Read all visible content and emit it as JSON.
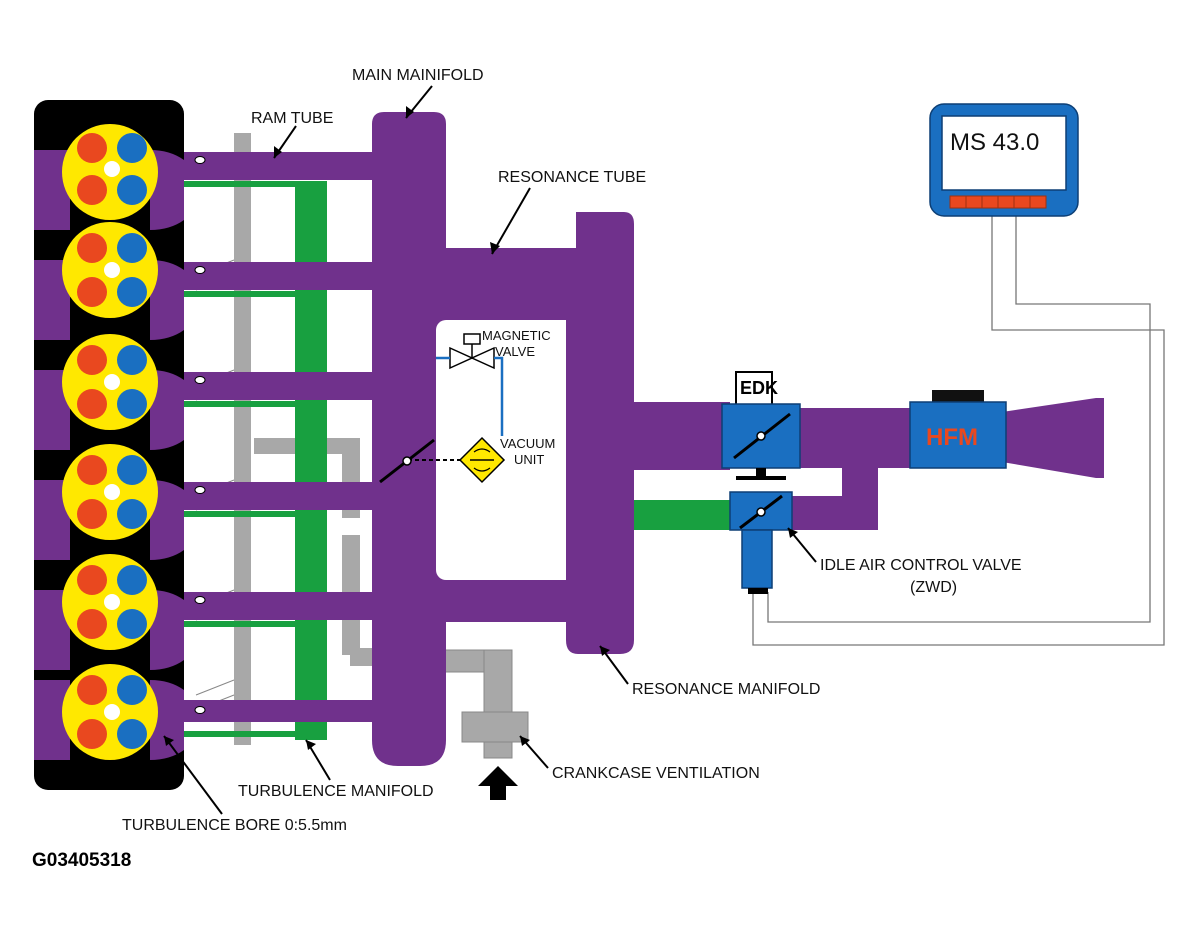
{
  "colors": {
    "manifold": "#70318c",
    "green": "#18a040",
    "grey": "#a8a8a8",
    "blue": "#1a6fc1",
    "yellow": "#ffe800",
    "red": "#e9481f",
    "engine": "#000000",
    "hfm_text": "#e9481f"
  },
  "labels": {
    "main_manifold": "MAIN MAINIFOLD",
    "ram_tube": "RAM TUBE",
    "resonance_tube": "RESONANCE TUBE",
    "magnetic_valve_1": "MAGNETIC",
    "magnetic_valve_2": "VALVE",
    "vacuum_unit_1": "VACUUM",
    "vacuum_unit_2": "UNIT",
    "idle_air_1": "IDLE AIR CONTROL VALVE",
    "idle_air_2": "(ZWD)",
    "resonance_manifold": "RESONANCE MANIFOLD",
    "crankcase_ventilation": "CRANKCASE VENTILATION",
    "turbulence_manifold": "TURBULENCE MANIFOLD",
    "turbulence_bore": "TURBULENCE BORE 0:5.5mm",
    "figure_code": "G03405318"
  },
  "components": {
    "ecu_label": "MS 43.0",
    "edk_label": "EDK",
    "hfm_label": "HFM"
  },
  "cylinder_count": 6
}
